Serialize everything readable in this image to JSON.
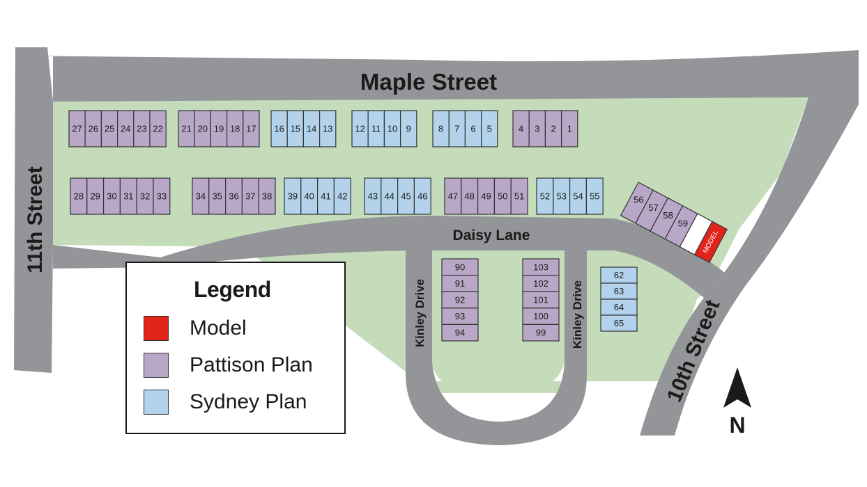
{
  "streets": {
    "maple": "Maple Street",
    "eleventh": "11th Street",
    "tenth": "10th Street",
    "daisy": "Daisy Lane",
    "kinley_left": "Kinley Drive",
    "kinley_right": "Kinley Drive"
  },
  "colors": {
    "road": "#939598",
    "park": "#c5dcbb",
    "model": "#e2231a",
    "pattison": "#b9a7c7",
    "sydney": "#b2d3eb",
    "outline": "#333333"
  },
  "legend": {
    "title": "Legend",
    "items": [
      {
        "key": "model",
        "label": "Model"
      },
      {
        "key": "pattison",
        "label": "Pattison Plan"
      },
      {
        "key": "sydney",
        "label": "Sydney Plan"
      }
    ]
  },
  "north_label": "N",
  "lots": {
    "row_a": [
      {
        "labels": [
          "27",
          "26",
          "25",
          "24",
          "23",
          "22"
        ],
        "plan": "pattison"
      },
      {
        "labels": [
          "21",
          "20",
          "19",
          "18",
          "17"
        ],
        "plan": "pattison"
      },
      {
        "labels": [
          "16",
          "15",
          "14",
          "13"
        ],
        "plan": "sydney"
      },
      {
        "labels": [
          "12",
          "11",
          "10",
          "9"
        ],
        "plan": "sydney"
      },
      {
        "labels": [
          "8",
          "7",
          "6",
          "5"
        ],
        "plan": "sydney"
      },
      {
        "labels": [
          "4",
          "3",
          "2",
          "1"
        ],
        "plan": "pattison"
      }
    ],
    "row_b": [
      {
        "labels": [
          "28",
          "29",
          "30",
          "31",
          "32",
          "33"
        ],
        "plan": "pattison"
      },
      {
        "labels": [
          "34",
          "35",
          "36",
          "37",
          "38"
        ],
        "plan": "pattison"
      },
      {
        "labels": [
          "39",
          "40",
          "41",
          "42"
        ],
        "plan": "sydney"
      },
      {
        "labels": [
          "43",
          "44",
          "45",
          "46"
        ],
        "plan": "sydney"
      },
      {
        "labels": [
          "47",
          "48",
          "49",
          "50",
          "51"
        ],
        "plan": "pattison"
      },
      {
        "labels": [
          "52",
          "53",
          "54",
          "55"
        ],
        "plan": "sydney"
      }
    ],
    "diagonal": [
      {
        "label": "56",
        "plan": "pattison"
      },
      {
        "label": "57",
        "plan": "pattison"
      },
      {
        "label": "58",
        "plan": "pattison"
      },
      {
        "label": "59",
        "plan": "pattison"
      },
      {
        "label": "",
        "plan": "white"
      },
      {
        "label": "MODEL",
        "plan": "model"
      }
    ],
    "court_left": {
      "labels": [
        "90",
        "91",
        "92",
        "93",
        "94"
      ],
      "plan": "pattison"
    },
    "court_right": {
      "labels": [
        "103",
        "102",
        "101",
        "100",
        "99"
      ],
      "plan": "pattison"
    },
    "east": {
      "labels": [
        "62",
        "63",
        "64",
        "65"
      ],
      "plan": "sydney"
    }
  }
}
